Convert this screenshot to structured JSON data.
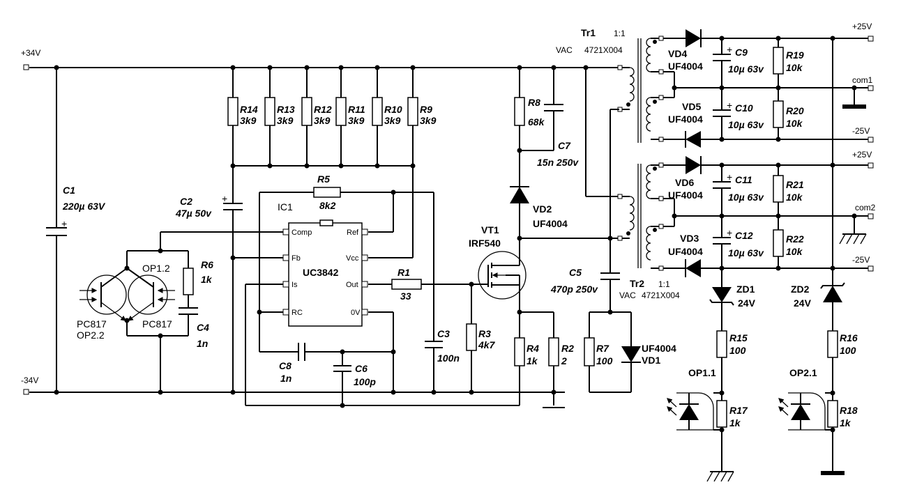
{
  "nets": {
    "p34": "+34V",
    "m34": "-34V",
    "p25a": "+25V",
    "com1": "com1",
    "m25a": "-25V",
    "p25b": "+25V",
    "com2": "com2",
    "m25b": "-25V",
    "vac1": "VAC",
    "vac2": "VAC"
  },
  "ic": {
    "ref": "IC1",
    "name": "UC3842",
    "pins": {
      "comp": "Comp",
      "fb": "Fb",
      "is": "Is",
      "rc": "RC",
      "ref": "Ref",
      "vcc": "Vcc",
      "out": "Out",
      "ov": "0V"
    }
  },
  "tr1": {
    "ref": "Tr1",
    "ratio": "1:1",
    "part": "4721X004"
  },
  "tr2": {
    "ref": "Tr2",
    "ratio": "1:1",
    "part": "4721X004"
  },
  "vt1": {
    "ref": "VT1",
    "value": "IRF540"
  },
  "res": {
    "r14": {
      "ref": "R14",
      "value": "3k9"
    },
    "r13": {
      "ref": "R13",
      "value": "3k9"
    },
    "r12": {
      "ref": "R12",
      "value": "3k9"
    },
    "r11": {
      "ref": "R11",
      "value": "3k9"
    },
    "r10": {
      "ref": "R10",
      "value": "3k9"
    },
    "r9": {
      "ref": "R9",
      "value": "3k9"
    },
    "r5": {
      "ref": "R5",
      "value": "8k2"
    },
    "r6": {
      "ref": "R6",
      "value": "1k"
    },
    "r8": {
      "ref": "R8",
      "value": "68k"
    },
    "r1": {
      "ref": "R1",
      "value": "33"
    },
    "r3": {
      "ref": "R3",
      "value": "4k7"
    },
    "r4": {
      "ref": "R4",
      "value": "1k"
    },
    "r2": {
      "ref": "R2",
      "value": "2"
    },
    "r7": {
      "ref": "R7",
      "value": "100"
    },
    "r15": {
      "ref": "R15",
      "value": "100"
    },
    "r16": {
      "ref": "R16",
      "value": "100"
    },
    "r17": {
      "ref": "R17",
      "value": "1k"
    },
    "r18": {
      "ref": "R18",
      "value": "1k"
    },
    "r19": {
      "ref": "R19",
      "value": "10k"
    },
    "r20": {
      "ref": "R20",
      "value": "10k"
    },
    "r21": {
      "ref": "R21",
      "value": "10k"
    },
    "r22": {
      "ref": "R22",
      "value": "10k"
    }
  },
  "caps": {
    "c1": {
      "ref": "C1",
      "value": "220µ 63V"
    },
    "c2": {
      "ref": "C2",
      "value": "47µ 50v"
    },
    "c4": {
      "ref": "C4",
      "value": "1n"
    },
    "c7": {
      "ref": "C7",
      "value": "15n 250v"
    },
    "c3": {
      "ref": "C3",
      "value": "100n"
    },
    "c8": {
      "ref": "C8",
      "value": "1n"
    },
    "c6": {
      "ref": "C6",
      "value": "100p"
    },
    "c5": {
      "ref": "C5",
      "value": "470p 250v"
    },
    "c9": {
      "ref": "C9",
      "value": "10µ 63v"
    },
    "c10": {
      "ref": "C10",
      "value": "10µ 63v"
    },
    "c11": {
      "ref": "C11",
      "value": "10µ 63v"
    },
    "c12": {
      "ref": "C12",
      "value": "10µ 63v"
    }
  },
  "diodes": {
    "vd2": {
      "ref": "VD2",
      "value": "UF4004"
    },
    "vd1": {
      "ref": "VD1",
      "value": "UF4004"
    },
    "vd4": {
      "ref": "VD4",
      "value": "UF4004"
    },
    "vd5": {
      "ref": "VD5",
      "value": "UF4004"
    },
    "vd6": {
      "ref": "VD6",
      "value": "UF4004"
    },
    "vd3": {
      "ref": "VD3",
      "value": "UF4004"
    },
    "zd1": {
      "ref": "ZD1",
      "value": "24V"
    },
    "zd2": {
      "ref": "ZD2",
      "value": "24V"
    }
  },
  "opto": {
    "op12": "OP1.2",
    "op22": "OP2.2",
    "pc1": "PC817",
    "pc2": "PC817",
    "op11": "OP1.1",
    "op21": "OP2.1"
  },
  "plus": "+"
}
